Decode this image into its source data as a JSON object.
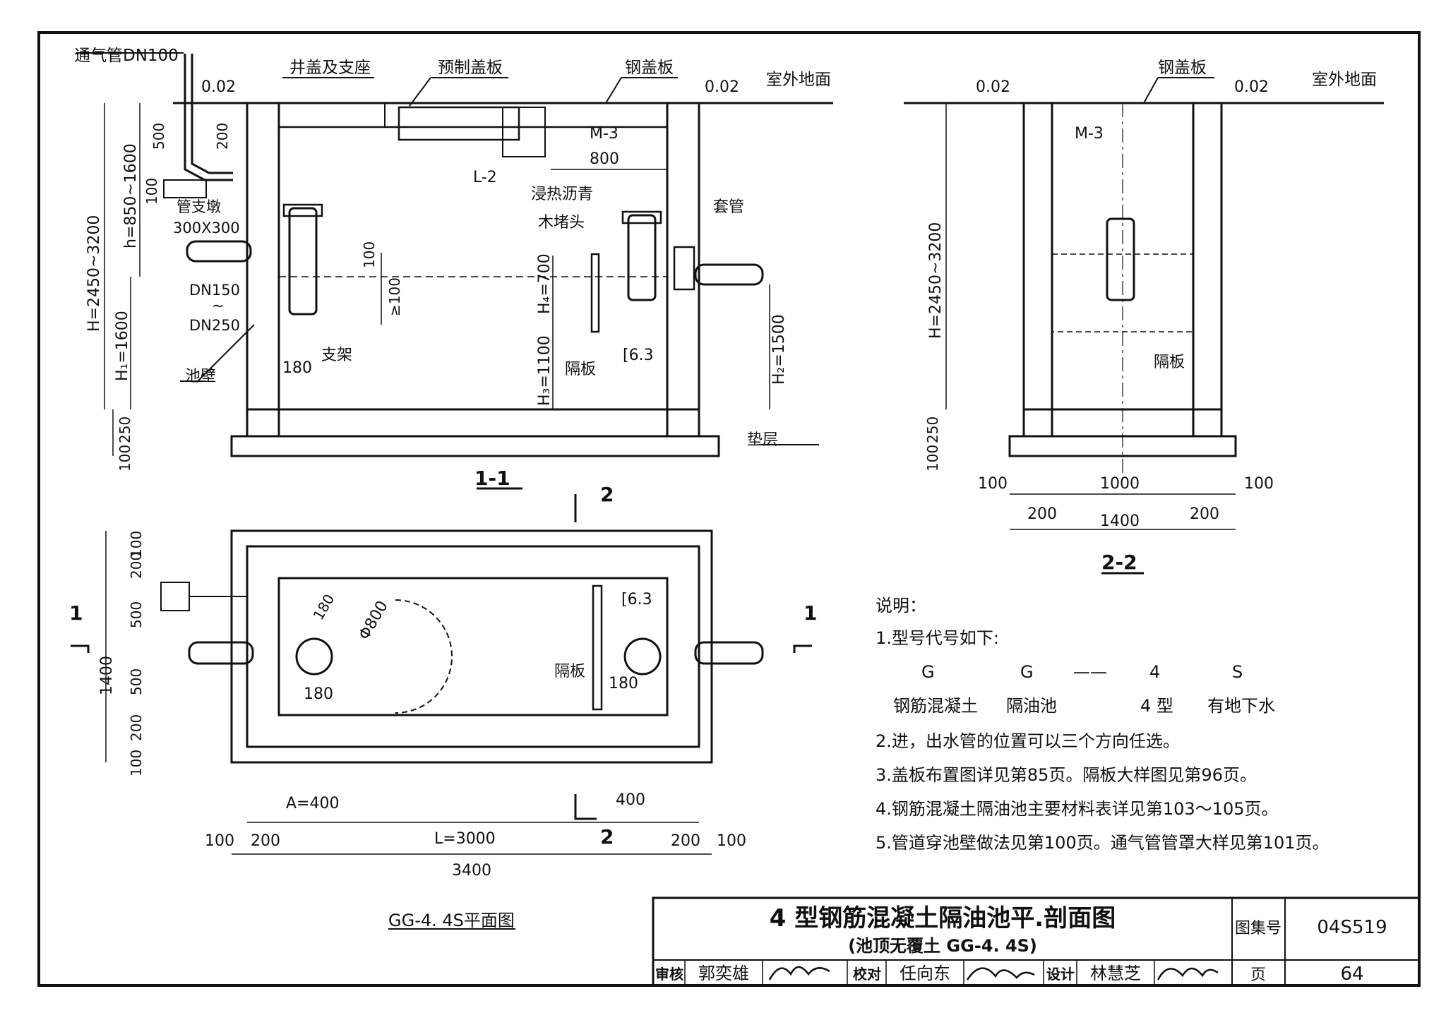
{
  "section11": {
    "labels": {
      "vent_pipe": "通气管DN100",
      "cover_support": "井盖及支座",
      "precast_cover": "预制盖板",
      "steel_cover": "钢盖板",
      "outdoor_ground": "室外地面",
      "level_left": "0.02",
      "level_right": "0.02",
      "m3": "M-3",
      "l2": "L-2",
      "dim_800": "800",
      "asphalt": "浸热沥青",
      "wood_plug": "木堵头",
      "sleeve": "套管",
      "pipe_pier": "管支墩",
      "pier_size": "300X300",
      "dn150": "DN150",
      "tilde": "~",
      "dn250": "DN250",
      "support": "支架",
      "dim_180": "180",
      "pool_wall": "池壁",
      "baffle": "隔板",
      "channel": "[6.3",
      "cushion": "垫层",
      "dim_100a": "100",
      "dim_ge100": "≥100",
      "dim_500": "500",
      "dim_200": "200",
      "dim_100b": "100",
      "h_total": "H=2450~3200",
      "h_depth": "h=850~1600",
      "h1": "H₁=1600",
      "h2": "H₂=1500",
      "h3": "H₃=1100",
      "h4": "H₄=700",
      "dim_250": "250",
      "dim_100c": "100",
      "title": "1-1"
    }
  },
  "plan": {
    "labels": {
      "cut2_top": "2",
      "cut2_bottom": "2",
      "cut1_left": "1",
      "cut1_right": "1",
      "channel": "[6.3",
      "phi800": "Φ800",
      "r180a": "180",
      "r180b": "180",
      "r180c": "180",
      "baffle": "隔板",
      "v100a": "100",
      "v200a": "200",
      "v500a": "500",
      "v500b": "500",
      "v200b": "200",
      "v100b": "100",
      "v1400": "1400",
      "a400": "A=400",
      "d400": "400",
      "h100a": "100",
      "h200a": "200",
      "l3000": "L=3000",
      "h200b": "200",
      "h100b": "100",
      "h3400": "3400",
      "title": "GG-4. 4S平面图"
    }
  },
  "section22": {
    "labels": {
      "level_left": "0.02",
      "steel_cover": "钢盖板",
      "level_right": "0.02",
      "outdoor_ground": "室外地面",
      "m3": "M-3",
      "h_total": "H=2450~3200",
      "baffle": "隔板",
      "dim_250": "250",
      "dim_100": "100",
      "b100a": "100",
      "b1000": "1000",
      "b100b": "100",
      "b200a": "200",
      "b1400": "1400",
      "b200b": "200",
      "title": "2-2"
    }
  },
  "notes": {
    "heading": "说明：",
    "item1": "1.型号代号如下:",
    "code_g1": "G",
    "code_g2": "G",
    "code_dash": "——",
    "code_4": "4",
    "code_s": "S",
    "mean_g1": "钢筋混凝土",
    "mean_g2": "隔油池",
    "mean_4": "4 型",
    "mean_s": "有地下水",
    "item2": "2.进，出水管的位置可以三个方向任选。",
    "item3": "3.盖板布置图详见第85页。隔板大样图见第96页。",
    "item4": "4.钢筋混凝土隔油池主要材料表详见第103～105页。",
    "item5": "5.管道穿池壁做法见第100页。通气管管罩大样见第101页。"
  },
  "titleblock": {
    "title": "4 型钢筋混凝土隔油池平.剖面图",
    "subtitle": "(池顶无覆土 GG-4. 4S)",
    "atlas_label": "图集号",
    "atlas_no": "04S519",
    "page_label": "页",
    "page_no": "64",
    "review_label": "审核",
    "review_name": "郭奕雄",
    "check_label": "校对",
    "check_name": "任向东",
    "design_label": "设计",
    "design_name": "林慧芝"
  }
}
